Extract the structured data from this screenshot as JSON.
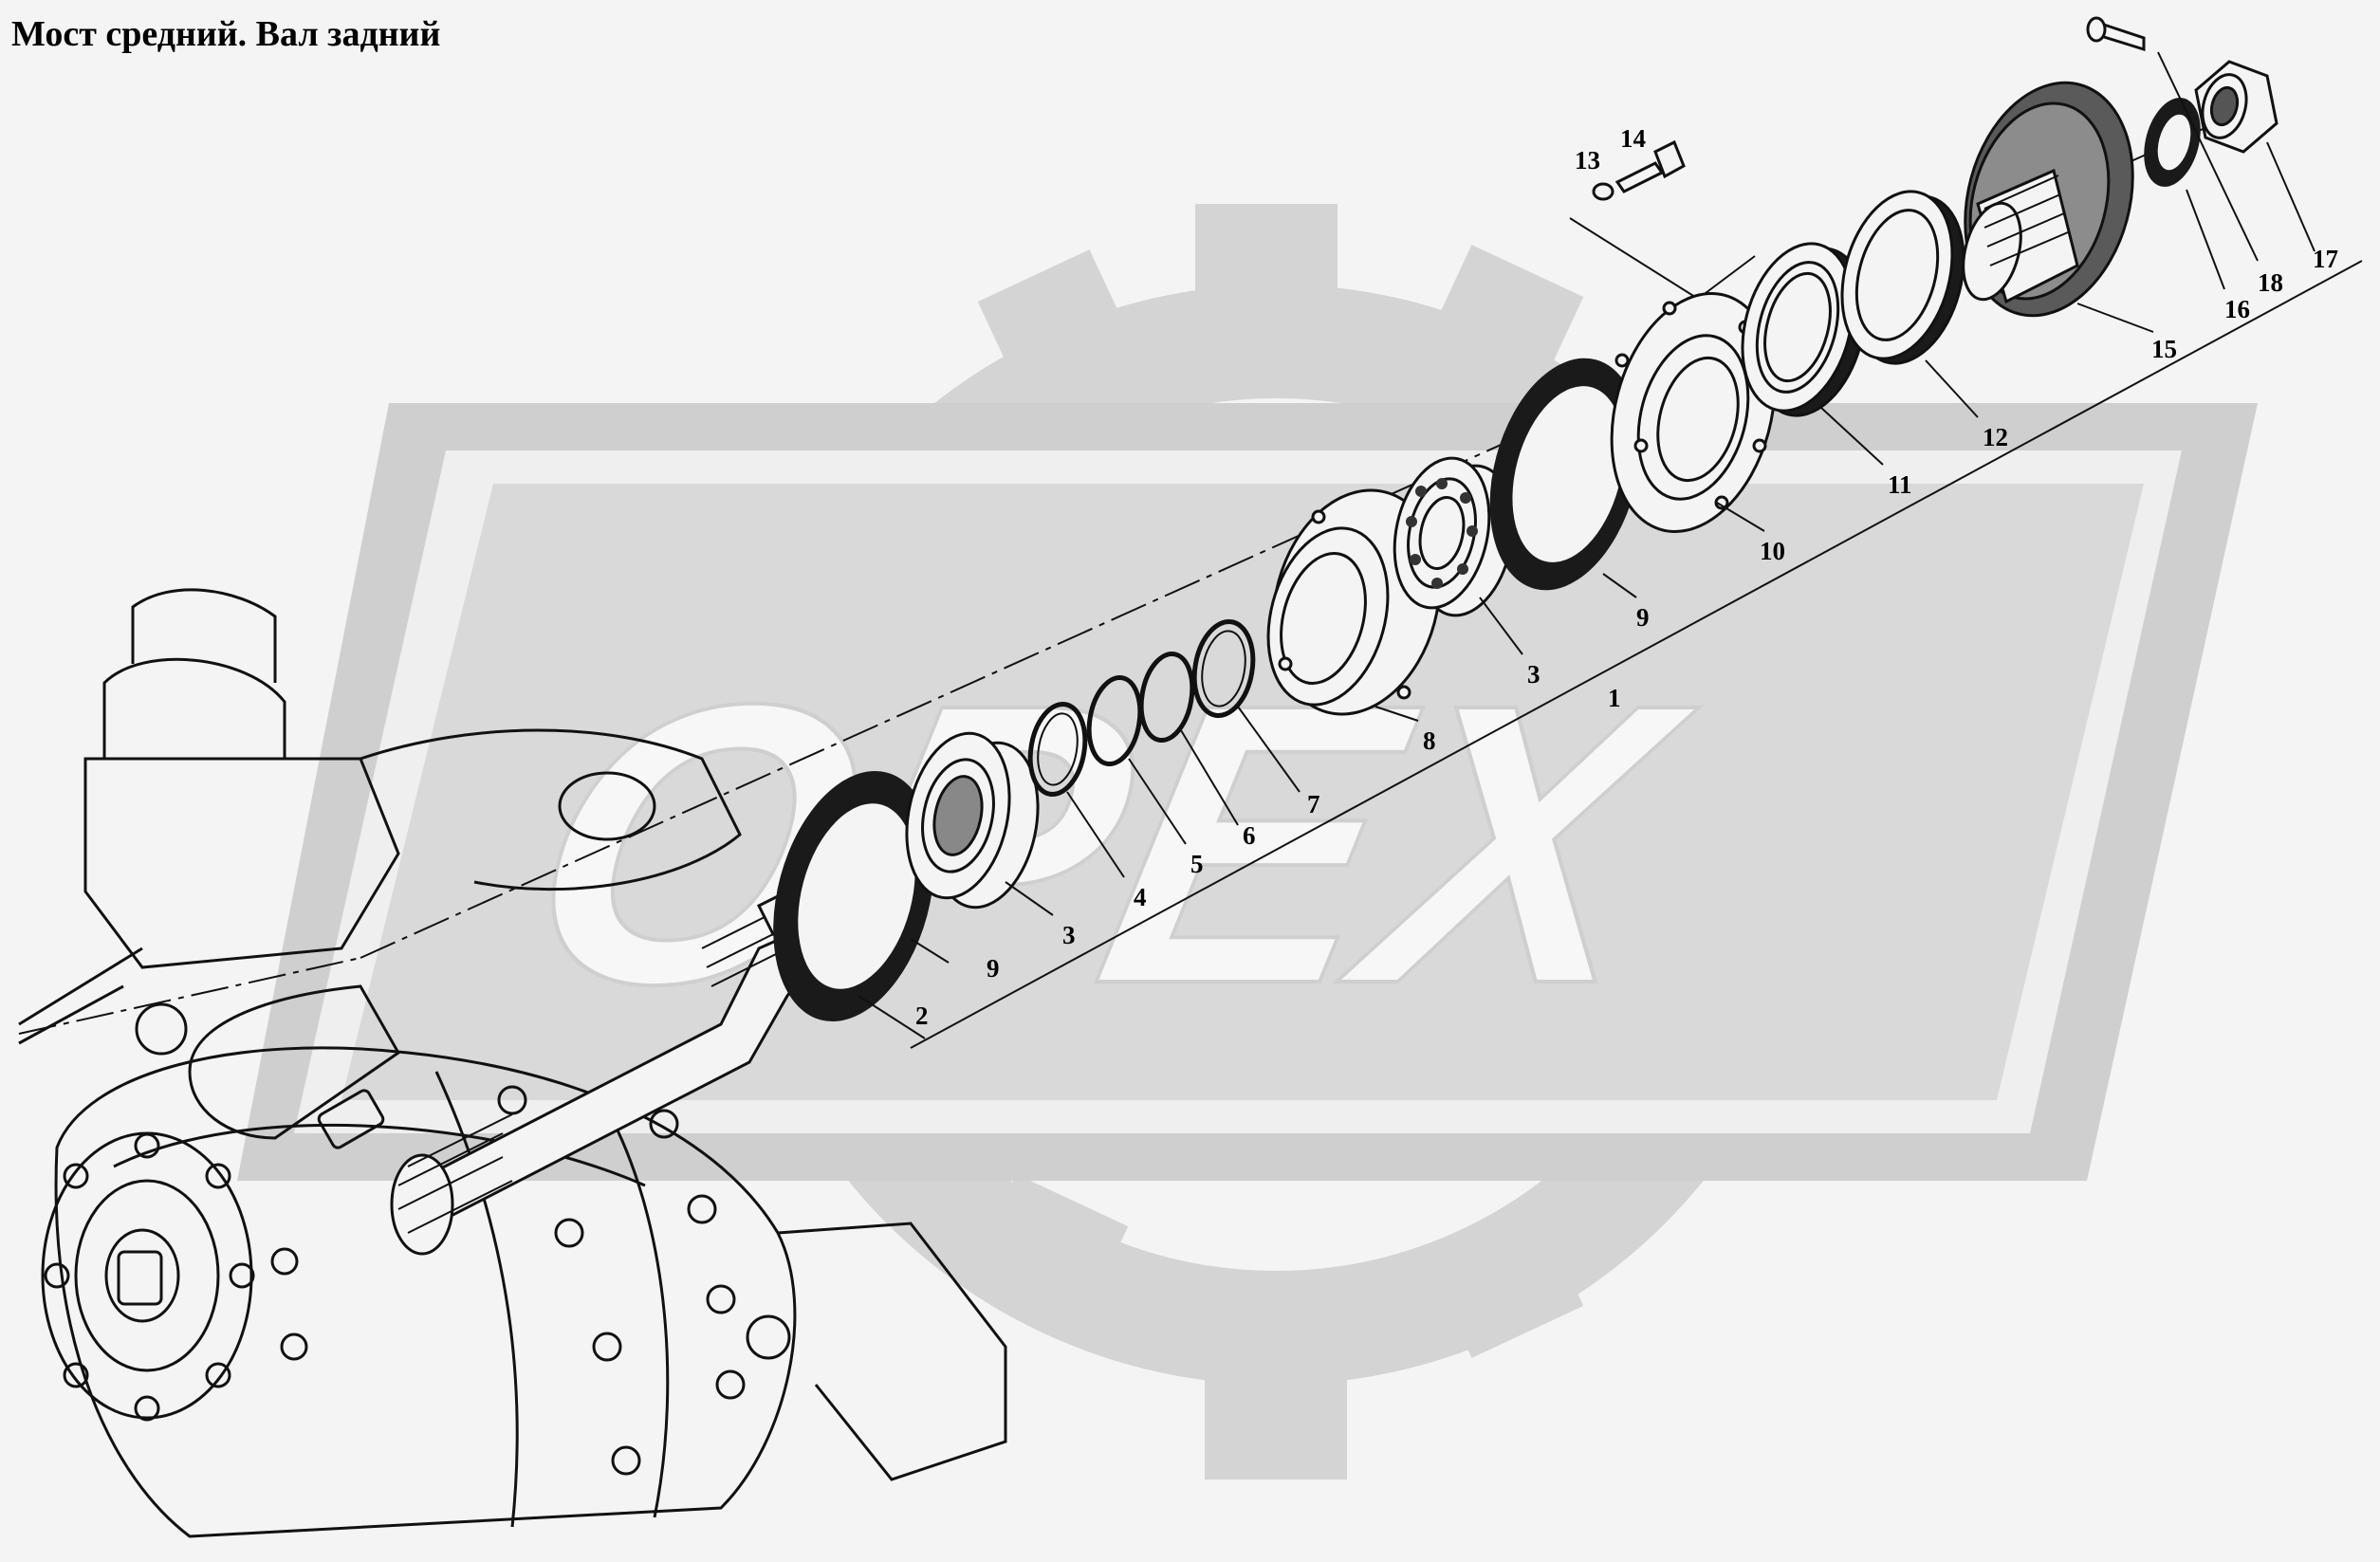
{
  "title": "Мост средний. Вал задний",
  "watermark": {
    "text": "OPEX",
    "color": "#d2d2d2"
  },
  "colors": {
    "line": "#111111",
    "paper": "#f4f4f4",
    "fill_dark": "#1a1a1a"
  },
  "parts": [
    {
      "key": "p1",
      "label": "1"
    },
    {
      "key": "p2",
      "label": "2"
    },
    {
      "key": "p3a",
      "label": "3"
    },
    {
      "key": "p3b",
      "label": "3"
    },
    {
      "key": "p4",
      "label": "4"
    },
    {
      "key": "p5",
      "label": "5"
    },
    {
      "key": "p6",
      "label": "6"
    },
    {
      "key": "p7",
      "label": "7"
    },
    {
      "key": "p8",
      "label": "8"
    },
    {
      "key": "p9a",
      "label": "9"
    },
    {
      "key": "p9b",
      "label": "9"
    },
    {
      "key": "p10",
      "label": "10"
    },
    {
      "key": "p11",
      "label": "11"
    },
    {
      "key": "p12",
      "label": "12"
    },
    {
      "key": "p13",
      "label": "13"
    },
    {
      "key": "p14",
      "label": "14"
    },
    {
      "key": "p15",
      "label": "15"
    },
    {
      "key": "p16",
      "label": "16"
    },
    {
      "key": "p17",
      "label": "17"
    },
    {
      "key": "p18",
      "label": "18"
    }
  ]
}
